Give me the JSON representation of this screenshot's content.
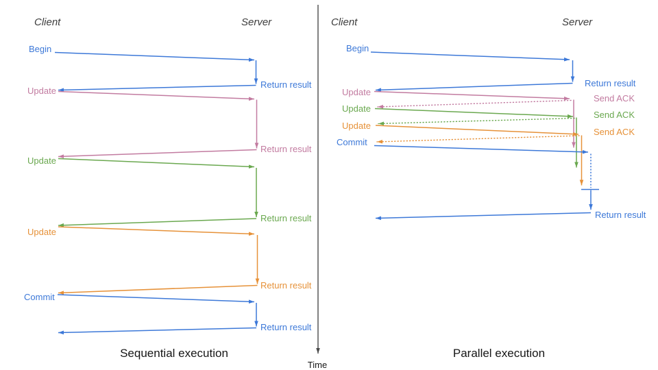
{
  "colors": {
    "blue": "#3c78d8",
    "pink": "#c27ba0",
    "green": "#6aa84f",
    "orange": "#e69138",
    "axis": "#4a4a4a",
    "header_text": "#3d3d3d",
    "title_text": "#161616"
  },
  "time_axis": {
    "label": "Time"
  },
  "sequential": {
    "title": "Sequential execution",
    "client_header": "Client",
    "server_header": "Server",
    "steps": [
      {
        "request": "Begin",
        "color": "blue",
        "response": "Return result"
      },
      {
        "request": "Update",
        "color": "pink",
        "response": "Return result"
      },
      {
        "request": "Update",
        "color": "green",
        "response": "Return result"
      },
      {
        "request": "Update",
        "color": "orange",
        "response": "Return result"
      },
      {
        "request": "Commit",
        "color": "blue",
        "response": "Return result"
      }
    ]
  },
  "parallel": {
    "title": "Parallel execution",
    "client_header": "Client",
    "server_header": "Server",
    "steps": [
      {
        "request": "Begin",
        "color": "blue",
        "response": "Return result",
        "response_style": "solid"
      },
      {
        "request": "Update",
        "color": "pink",
        "response": "Send ACK",
        "response_style": "dotted"
      },
      {
        "request": "Update",
        "color": "green",
        "response": "Send ACK",
        "response_style": "dotted"
      },
      {
        "request": "Update",
        "color": "orange",
        "response": "Send ACK",
        "response_style": "dotted"
      },
      {
        "request": "Commit",
        "color": "blue",
        "response": "Return result",
        "response_style": "wait-then-solid"
      }
    ]
  }
}
